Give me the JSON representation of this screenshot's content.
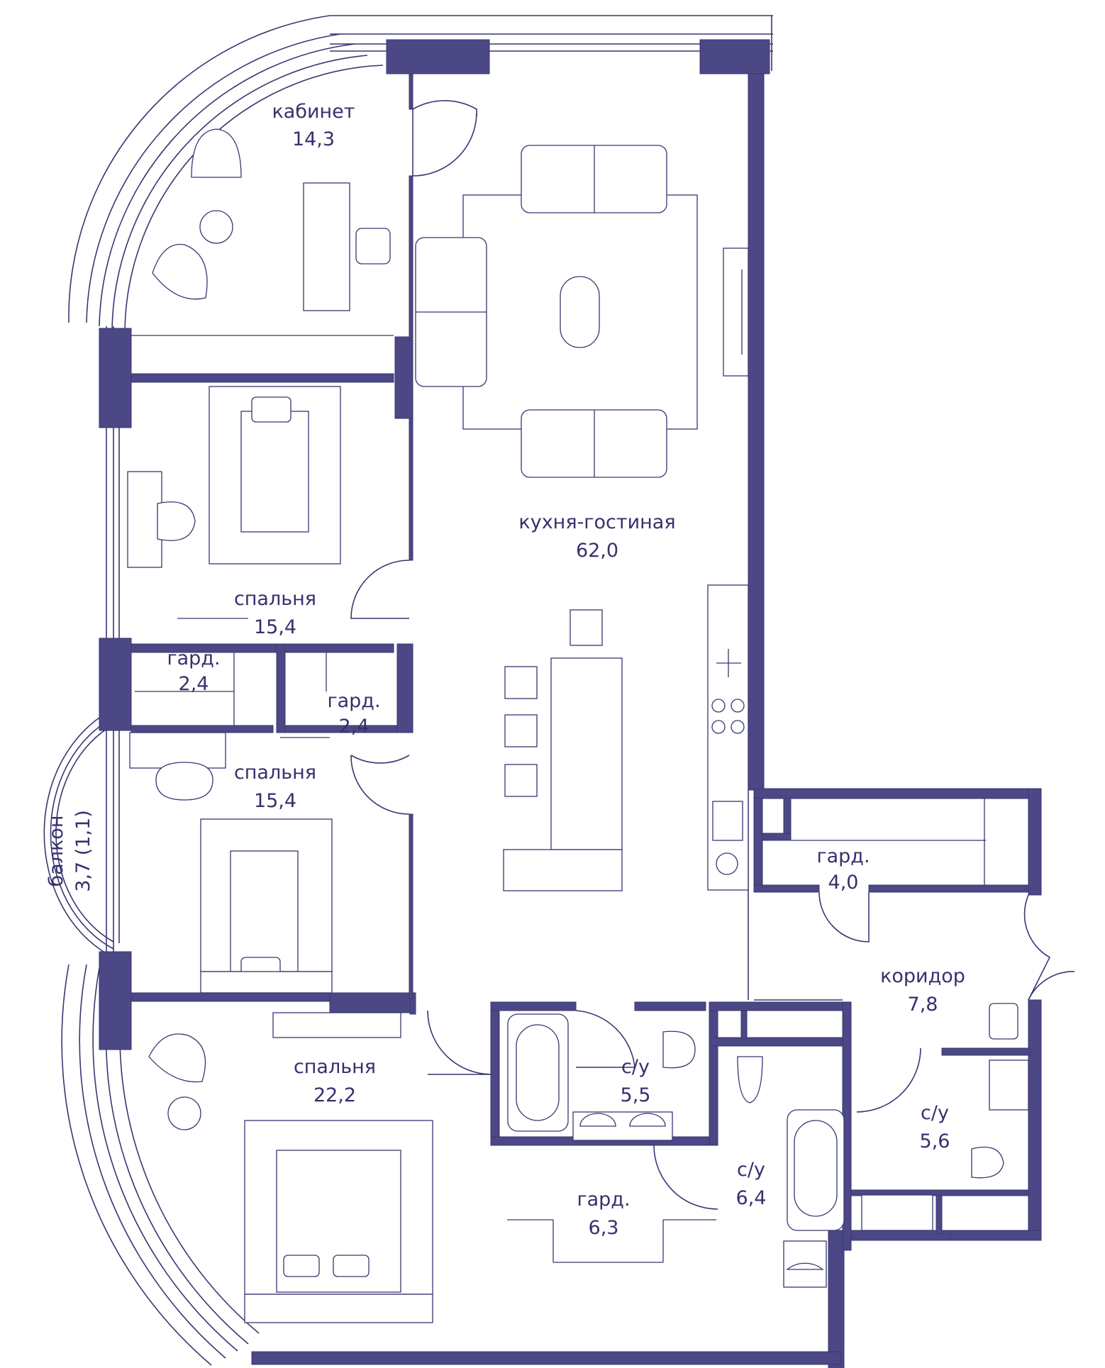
{
  "colors": {
    "wall": "#4c4886",
    "line": "#3a3671",
    "text": "#36316d",
    "background": "#ffffff"
  },
  "rooms": {
    "study": {
      "name": "кабинет",
      "area": "14,3"
    },
    "living": {
      "name": "кухня-гостиная",
      "area": "62,0"
    },
    "bedroom1": {
      "name": "спальня",
      "area": "15,4"
    },
    "wardrobe1": {
      "name": "гард.",
      "area": "2,4"
    },
    "wardrobe2": {
      "name": "гард.",
      "area": "2,4"
    },
    "bedroom2": {
      "name": "спальня",
      "area": "15,4"
    },
    "balcony": {
      "name": "балкон",
      "area": "3,7 (1,1)"
    },
    "wardrobe3": {
      "name": "гард.",
      "area": "4,0"
    },
    "corridor": {
      "name": "коридор",
      "area": "7,8"
    },
    "bedroom3": {
      "name": "спальня",
      "area": "22,2"
    },
    "bath1": {
      "name": "с/у",
      "area": "5,5"
    },
    "bath2": {
      "name": "с/у",
      "area": "6,4"
    },
    "bath3": {
      "name": "с/у",
      "area": "5,6"
    },
    "wardrobe4": {
      "name": "гард.",
      "area": "6,3"
    }
  }
}
